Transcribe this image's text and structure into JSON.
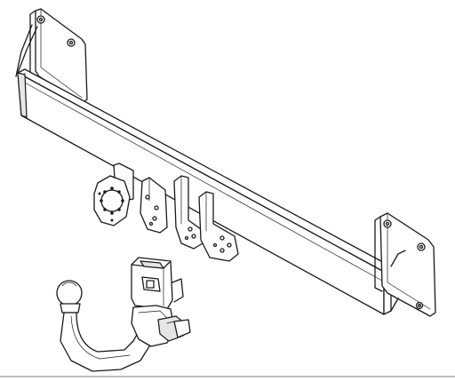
{
  "image": {
    "subject": "tow-bar-assembly",
    "parts": [
      "crossbar-beam",
      "left-mounting-plate",
      "right-mounting-plate",
      "socket-bracket",
      "center-brackets",
      "detachable-towball-neck",
      "receiver-housing"
    ]
  },
  "colors": {
    "line": "#1a1a1a",
    "background": "#ffffff",
    "shade": "#e6e6e6",
    "rule": "#bdbdbd"
  }
}
